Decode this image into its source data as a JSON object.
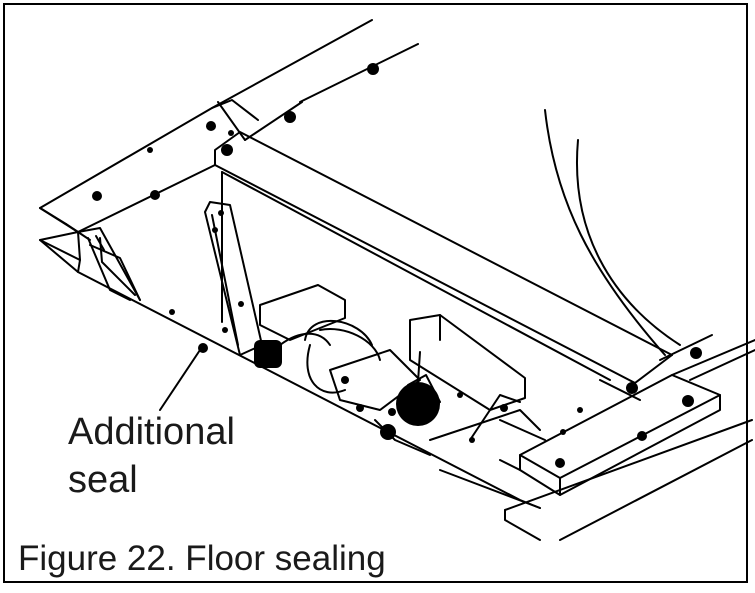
{
  "callout": {
    "line1": "Additional",
    "line2": "seal"
  },
  "caption": "Figure 22. Floor sealing",
  "colors": {
    "ink": "#000000",
    "paper": "#ffffff"
  }
}
